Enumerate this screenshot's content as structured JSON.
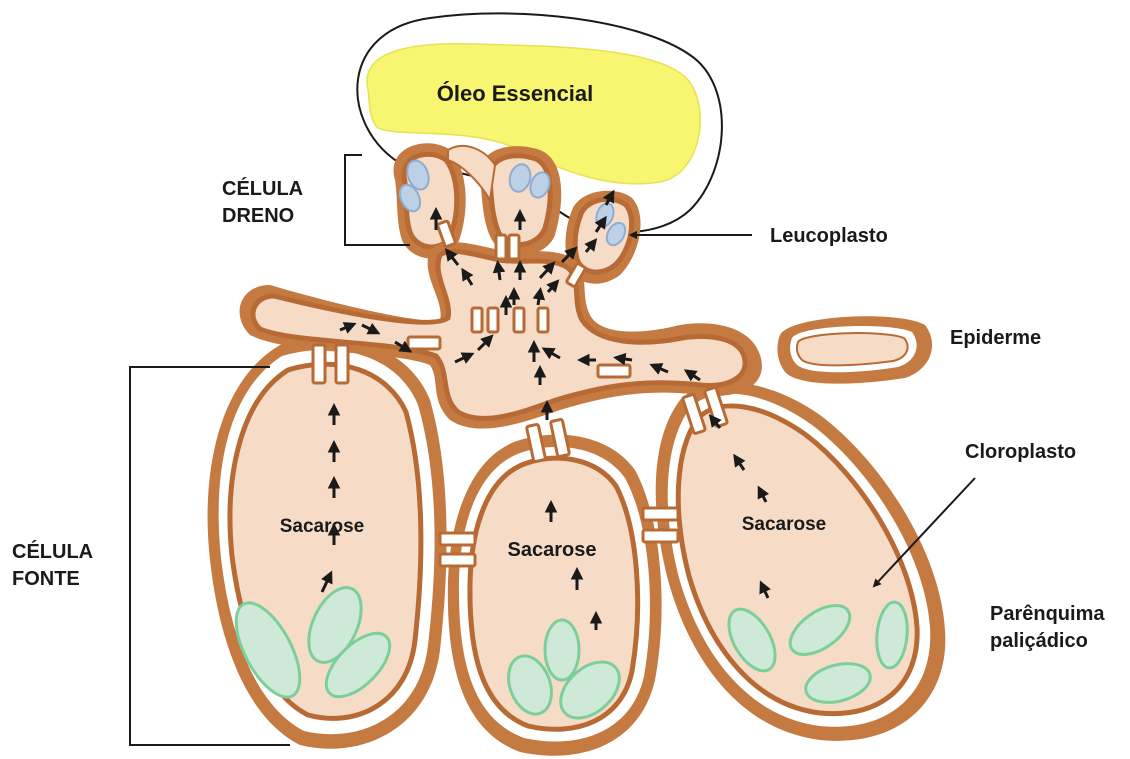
{
  "labels": {
    "oleo": "Óleo Essencial",
    "dreno_line1": "CÉLULA",
    "dreno_line2": "DRENO",
    "leucoplasto": "Leucoplasto",
    "epiderme": "Epiderme",
    "fonte_line1": "CÉLULA",
    "fonte_line2": "FONTE",
    "cloroplasto": "Cloroplasto",
    "parenquima_line1": "Parênquima",
    "parenquima_line2": "paliçádico",
    "sacarose_left": "Sacarose",
    "sacarose_middle": "Sacarose",
    "sacarose_right": "Sacarose"
  },
  "colors": {
    "cell_fill": "#f6dcc6",
    "cell_wall": "#c57a42",
    "oil": "#f8f570",
    "chloroplast": "#cfe9d8",
    "leucoplast": "#bcd0e6"
  }
}
